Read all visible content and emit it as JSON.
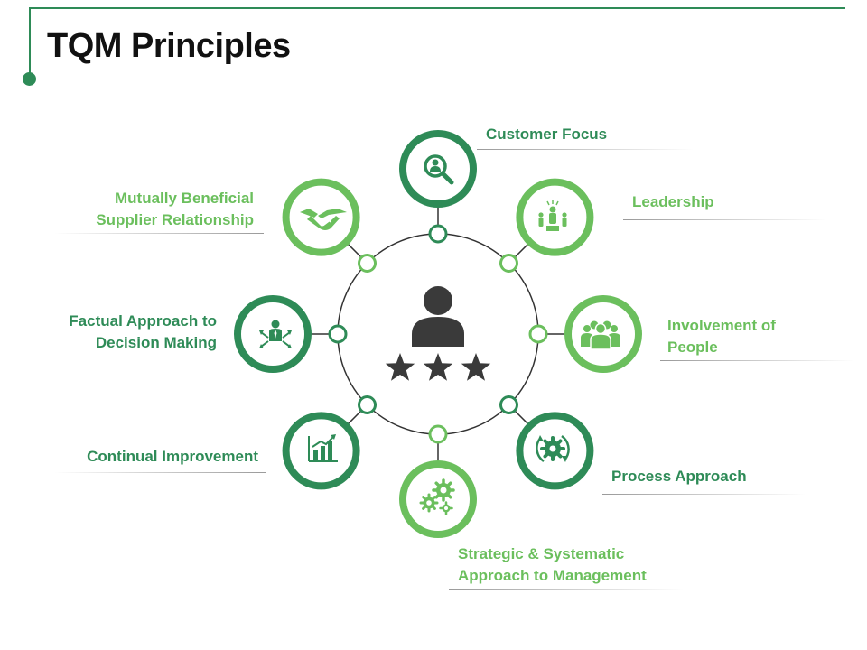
{
  "title": "TQM Principles",
  "colors": {
    "dark": "#2e8b57",
    "light": "#6bbf5d",
    "center_icon": "#3a3a3a"
  },
  "center": {
    "icon": "user-with-three-stars-icon"
  },
  "principles": [
    {
      "lines": [
        "Customer Focus"
      ],
      "icon": "magnifier-person-icon",
      "tone": "dark"
    },
    {
      "lines": [
        "Leadership"
      ],
      "icon": "leader-trophy-icon",
      "tone": "light"
    },
    {
      "lines": [
        "Involvement of",
        "People"
      ],
      "icon": "people-group-icon",
      "tone": "light"
    },
    {
      "lines": [
        "Process Approach"
      ],
      "icon": "gear-cycle-icon",
      "tone": "dark"
    },
    {
      "lines": [
        "Strategic & Systematic",
        "Approach to Management"
      ],
      "icon": "gears-icon",
      "tone": "light"
    },
    {
      "lines": [
        "Continual Improvement"
      ],
      "icon": "bar-chart-growth-icon",
      "tone": "dark"
    },
    {
      "lines": [
        "Factual Approach to",
        "Decision Making"
      ],
      "icon": "decision-person-icon",
      "tone": "dark"
    },
    {
      "lines": [
        "Mutually Beneficial",
        "Supplier Relationship"
      ],
      "icon": "handshake-icon",
      "tone": "light"
    }
  ]
}
